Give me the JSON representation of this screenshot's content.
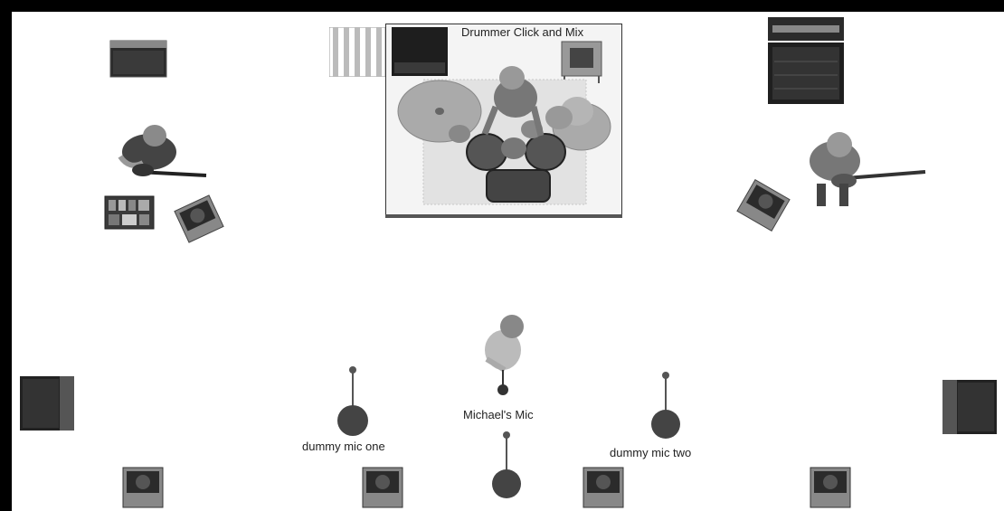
{
  "labels": {
    "drummer_area": "Drummer Click and Mix",
    "center_mic": "Michael's Mic",
    "left_mic": "dummy mic one",
    "right_mic": "dummy mic two"
  },
  "icons": {
    "guitar_amp": "guitar-amp-icon",
    "bass_amp": "bass-amp-icon",
    "pedalboard": "pedalboard-icon",
    "wedge_monitor": "wedge-monitor-icon",
    "main_speaker": "main-speaker-icon",
    "mic_stand": "mic-stand-icon",
    "drum_kit": "drum-kit-icon",
    "musician": "musician-icon"
  },
  "colors": {
    "frame": "#000000",
    "stage": "#ffffff",
    "gear_dark": "#2b2b2b",
    "gear_mid": "#777777",
    "riser": "#f4f4f4"
  }
}
